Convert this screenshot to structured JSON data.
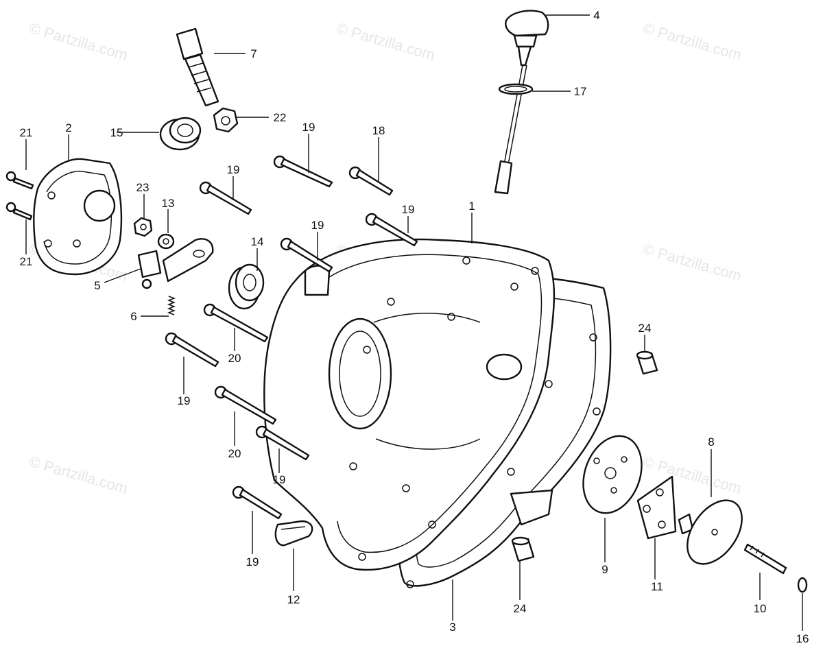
{
  "watermark": "© Partzilla.com",
  "callouts": [
    "1",
    "2",
    "3",
    "4",
    "5",
    "6",
    "7",
    "8",
    "9",
    "10",
    "11",
    "12",
    "13",
    "14",
    "15",
    "16",
    "17",
    "18",
    "19",
    "19",
    "19",
    "19",
    "19",
    "19",
    "19",
    "19",
    "20",
    "20",
    "21",
    "21",
    "22",
    "23",
    "24",
    "24"
  ]
}
